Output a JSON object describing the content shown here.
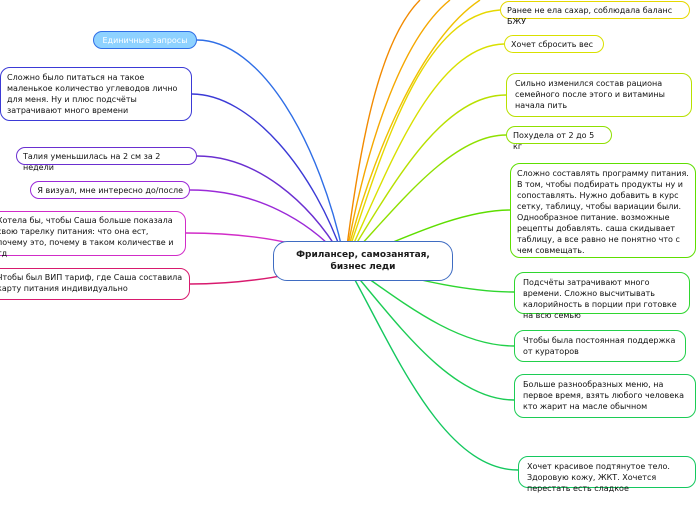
{
  "central": {
    "label": "Фрилансер, самозанятая, бизнес леди",
    "color": "#3f6cc2"
  },
  "left_nodes": [
    {
      "id": "l1",
      "label": "Единичные запросы",
      "color": "#2f6ee6",
      "fill": "#8ed2ff",
      "text_color": "#ffffff"
    },
    {
      "id": "l2",
      "label": "Сложно было питаться на такое маленькое количество углеводов лично для меня. Ну и плюс подсчёты затрачивают много времени",
      "color": "#3b3ad6"
    },
    {
      "id": "l3",
      "label": "Талия уменьшилась на 2 см за 2 недели",
      "color": "#6a2fd0"
    },
    {
      "id": "l4",
      "label": "Я визуал, мне интересно до/после",
      "color": "#9b2ad8"
    },
    {
      "id": "l5",
      "label": "Хотела бы, чтобы Саша больше показала свою тарелку питания: что она ест, почему это, почему в таком количестве и тд",
      "color": "#d12cc8"
    },
    {
      "id": "l6",
      "label": "Чтобы был ВИП тариф, где Саша составила карту питания индивидуально",
      "color": "#d81a6e"
    }
  ],
  "right_nodes": [
    {
      "id": "r1",
      "label": "Ранее не ела сахар, соблюдала баланс БЖУ",
      "color": "#e6d800"
    },
    {
      "id": "r2",
      "label": "Хочет сбросить вес",
      "color": "#d9e000"
    },
    {
      "id": "r3",
      "label": "Сильно изменился состав рациона семейного после этого и витамины начала пить",
      "color": "#b8e000"
    },
    {
      "id": "r4",
      "label": "Похудела от 2 до 5 кг",
      "color": "#8fe000"
    },
    {
      "id": "r5",
      "label": "Сложно составлять программу питания. В том, чтобы подбирать продукты ну и сопоставлять. Нужно добавить в курс сетку, таблицу, чтобы вариации были. Однообразное питание. возможные рецепты добавлять. саша скидывает таблицу, а все равно не понятно что с чем совмещать.",
      "color": "#5ede00"
    },
    {
      "id": "r6",
      "label": "Подсчёты затрачивают много времени. Сложно высчитывать калорийность в порции при готовке на всю семью",
      "color": "#2fd62f"
    },
    {
      "id": "r7",
      "label": "Чтобы была постоянная поддержка от кураторов",
      "color": "#22d04a"
    },
    {
      "id": "r8",
      "label": "Больше разнообразных меню, на первое время, взять любого человека кто жарит на масле обычном",
      "color": "#1ccc55"
    },
    {
      "id": "r9",
      "label": "Хочет красивое подтянутое тело. Здоровую кожу, ЖКТ. Хочется перестать есть сладкое",
      "color": "#14c85f"
    }
  ],
  "offscreen_branches": {
    "colors": [
      "#f28a00",
      "#f5a800",
      "#f0c000"
    ]
  }
}
